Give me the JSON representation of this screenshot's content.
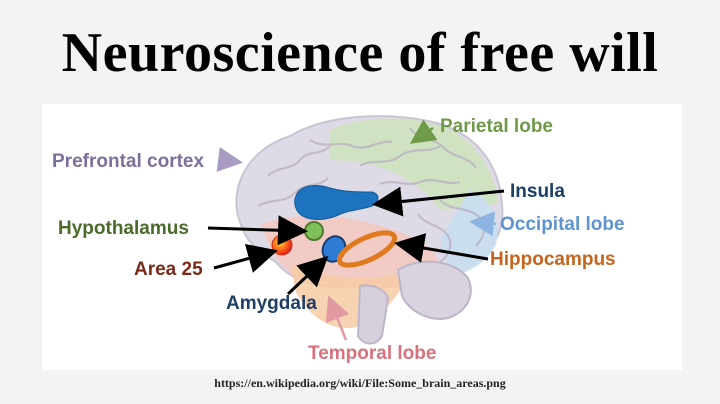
{
  "title": "Neuroscience of free will",
  "labels": {
    "parietal": "Parietal lobe",
    "prefrontal": "Prefrontal cortex",
    "insula": "Insula",
    "occipital": "Occipital lobe",
    "hypothalamus": "Hypothalamus",
    "hippocampus": "Hippocampus",
    "area25": "Area 25",
    "amygdala": "Amygdala",
    "temporal": "Temporal lobe"
  },
  "colors": {
    "parietal": "#6f9a4a",
    "prefrontal": "#7d6e9b",
    "insula": "#1c5c8c",
    "occipital": "#5e94cf",
    "hypothalamus": "#4a6b2a",
    "hippocampus": "#c7641c",
    "area25": "#7a2a1a",
    "amygdala": "#1f3f66",
    "temporal": "#d9707c"
  },
  "source": "https://en.wikipedia.org/wiki/File:Some_brain_areas.png"
}
